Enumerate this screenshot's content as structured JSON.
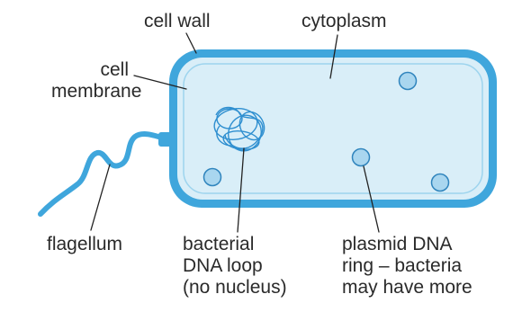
{
  "labels": {
    "cell_wall": "cell wall",
    "cytoplasm": "cytoplasm",
    "cell_membrane": [
      "cell",
      "membrane"
    ],
    "flagellum": "flagellum",
    "bacterial_dna": [
      "bacterial",
      "DNA loop",
      "(no nucleus)"
    ],
    "plasmid": [
      "plasmid DNA",
      "ring – bacteria",
      "may have more"
    ]
  },
  "colors": {
    "cell_wall": "#3fa6dc",
    "cytoplasm": "#d9eef8",
    "membrane_line": "#9dd4ee",
    "plasmid_fill": "#a9d6ef",
    "plasmid_stroke": "#2f84bd",
    "dna": "#2f8fd0",
    "leader_line": "#222222",
    "text": "#2a2a2a"
  }
}
